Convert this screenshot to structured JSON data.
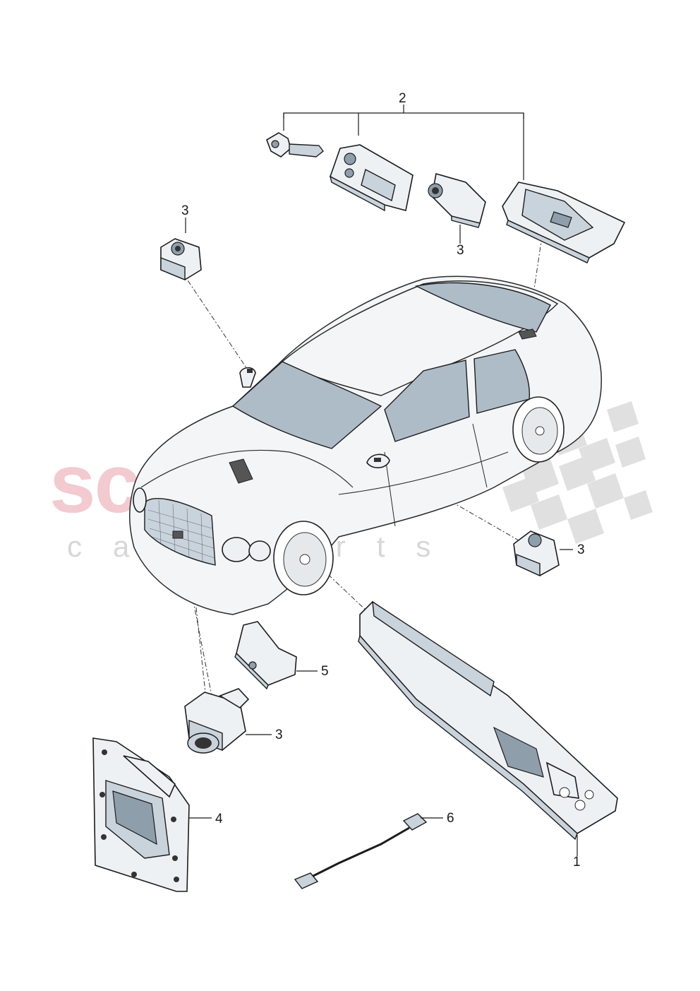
{
  "watermark": {
    "brand": "scuderia",
    "sub": "car parts",
    "color": "#e8a0a8"
  },
  "callouts": {
    "part1": "1",
    "part2": "2",
    "part3_top_left": "3",
    "part3_top_center": "3",
    "part3_mirror": "3",
    "part3_front": "3",
    "part4": "4",
    "part5": "5",
    "part6": "6"
  },
  "icons": {
    "car": "sedan-car-illustration",
    "camera": "camera-module-icon",
    "bracket": "mounting-bracket-icon",
    "control_unit": "control-unit-icon",
    "cable": "wiring-harness-icon",
    "washer": "washer-nozzle-icon"
  }
}
